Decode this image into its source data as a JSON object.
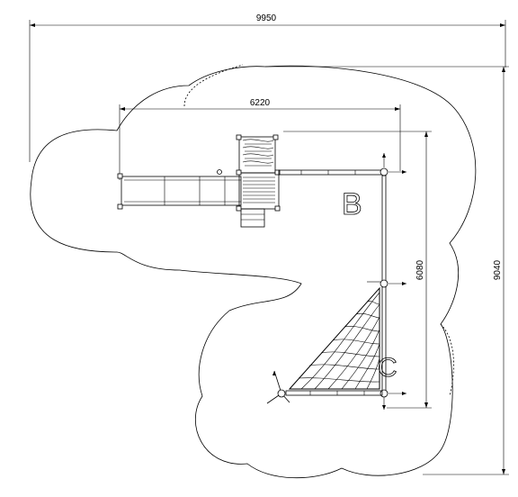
{
  "dimensions": {
    "total_width": "9950",
    "deck_width": "6220",
    "net_height": "6080",
    "total_height": "9040"
  },
  "zones": {
    "b_label": "B",
    "c_label": "C"
  }
}
